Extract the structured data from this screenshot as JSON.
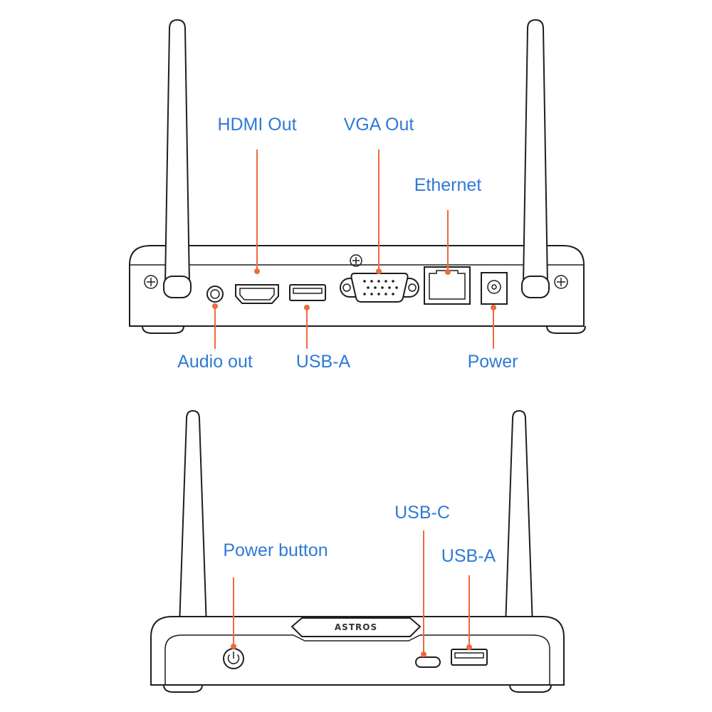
{
  "back_panel": {
    "labels": {
      "hdmi_out": "HDMI Out",
      "vga_out": "VGA Out",
      "ethernet": "Ethernet",
      "audio_out": "Audio out",
      "usb_a": "USB-A",
      "power": "Power"
    }
  },
  "front_panel": {
    "brand": "ASTROS",
    "labels": {
      "power_button": "Power button",
      "usb_c": "USB-C",
      "usb_a": "USB-A"
    }
  },
  "colors": {
    "label_text": "#2f7ad6",
    "leader_line": "#ef6a3c",
    "outline": "#1e1e1e"
  }
}
